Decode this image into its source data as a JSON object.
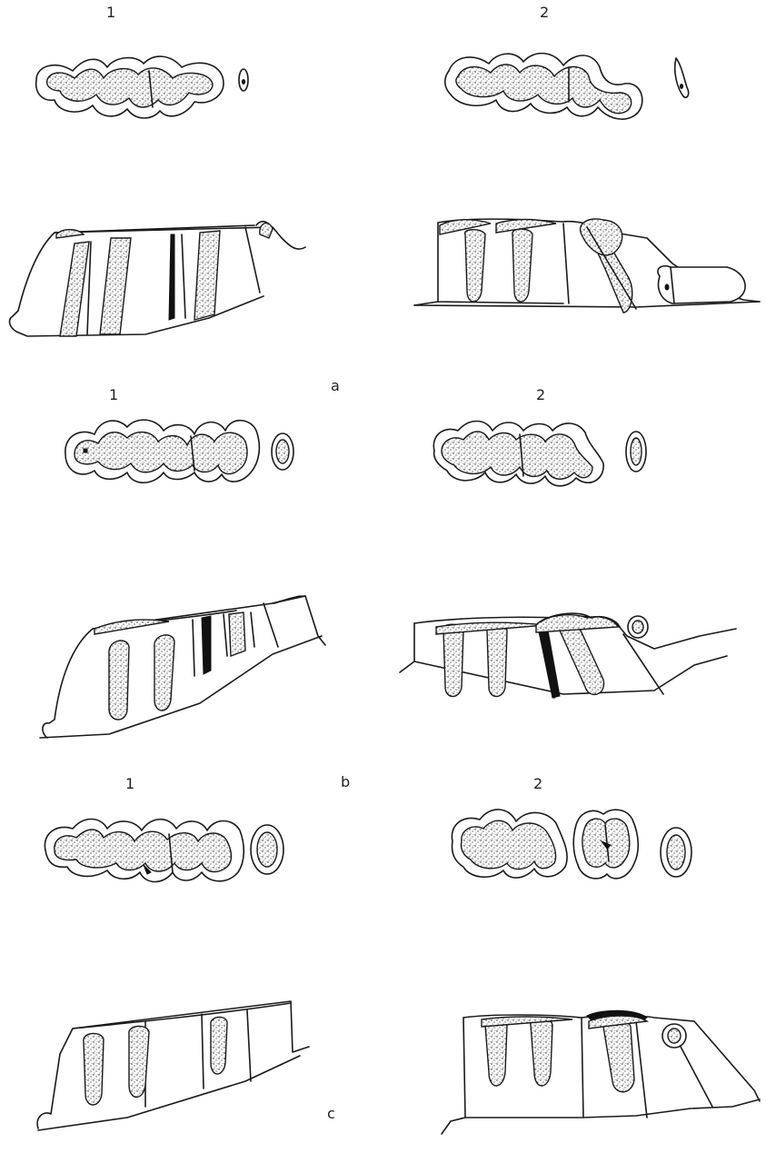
{
  "figure": {
    "rows": [
      {
        "panel_label": "a",
        "left_label": "1",
        "right_label": "2"
      },
      {
        "panel_label": "b",
        "left_label": "1",
        "right_label": "2"
      },
      {
        "panel_label": "c",
        "left_label": "1",
        "right_label": "2"
      }
    ]
  }
}
